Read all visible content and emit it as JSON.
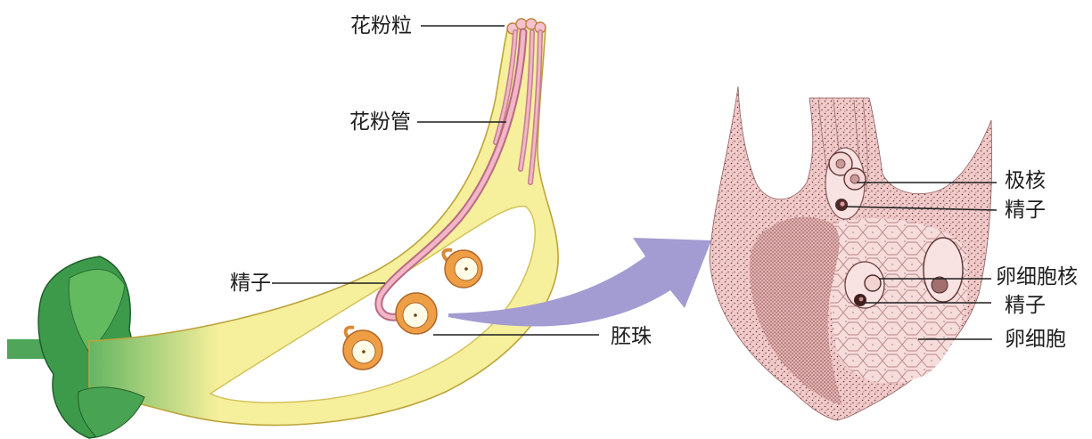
{
  "left_figure": {
    "labels": {
      "pollen_grain": "花粉粒",
      "pollen_tube": "花粉管",
      "sperm": "精子",
      "ovule": "胚珠"
    }
  },
  "right_figure": {
    "labels": {
      "polar_nuclei": "极核",
      "sperm_upper": "精子",
      "egg_nucleus": "卵细胞核",
      "sperm_lower": "精子",
      "egg_cell": "卵细胞"
    }
  },
  "colors": {
    "pistil": "#f6ef9c",
    "sepal": "#3d9a4b",
    "ovary_cavity": "#ffffff",
    "pollen_tube": "#f2b6c6",
    "ovule": "#ee9f45",
    "arrow": "#a39cd2",
    "ovule_section": "#f3caca"
  }
}
